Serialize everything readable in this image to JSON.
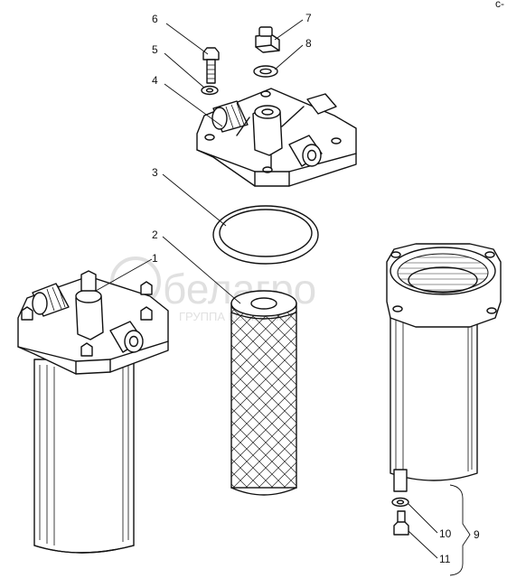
{
  "callouts": {
    "c1": "1",
    "c2": "2",
    "c3": "3",
    "c4": "4",
    "c5": "5",
    "c6": "6",
    "c7": "7",
    "c8": "8",
    "c9": "9",
    "c10": "10",
    "c11": "11"
  },
  "watermark": {
    "brand": "белагро",
    "tagline": "ГРУППА КОМПАНИЙ"
  },
  "corner_mark": "c-"
}
